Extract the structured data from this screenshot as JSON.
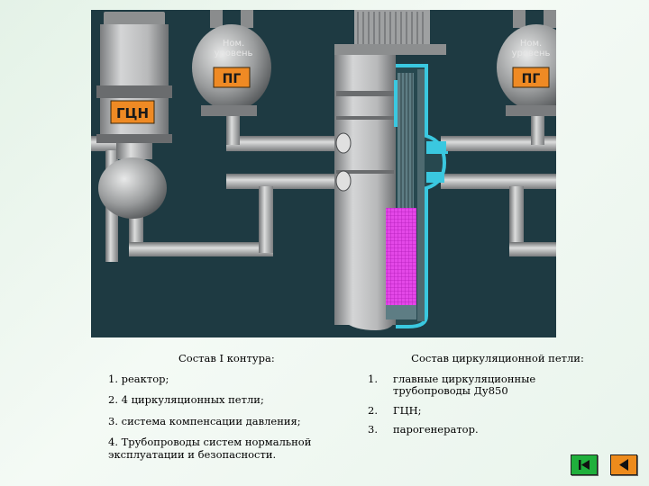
{
  "diagram": {
    "sg_label": "ПГ",
    "sg_level_label": [
      "Ном.",
      "уровень"
    ],
    "mcp_label": "ГЦН"
  },
  "left_column": {
    "title": "Состав I контура:",
    "items": [
      "1. реактор;",
      "2. 4 циркуляционных петли;",
      "3. система компенсации давления;",
      "4. Трубопроводы систем нормальной эксплуатации и безопасности."
    ]
  },
  "right_column": {
    "title": "Состав циркуляционной петли:",
    "items": [
      {
        "num": "1.",
        "text": "главные циркуляционные трубопроводы Ду850"
      },
      {
        "num": "2.",
        "text": "ГЦН;"
      },
      {
        "num": "3.",
        "text": "парогенератор."
      }
    ]
  },
  "nav": {
    "first_icon": "skip-to-start-icon",
    "prev_icon": "play-back-icon"
  },
  "colors": {
    "diagram_background": "#1e3a42",
    "steel": "#a9aaab",
    "label_orange": "#ef8a24",
    "core_magenta": "#e448e8",
    "coolant_cyan": "#3ac8e0",
    "nav_green": "#1fb03c",
    "nav_orange": "#ee8b1c"
  }
}
